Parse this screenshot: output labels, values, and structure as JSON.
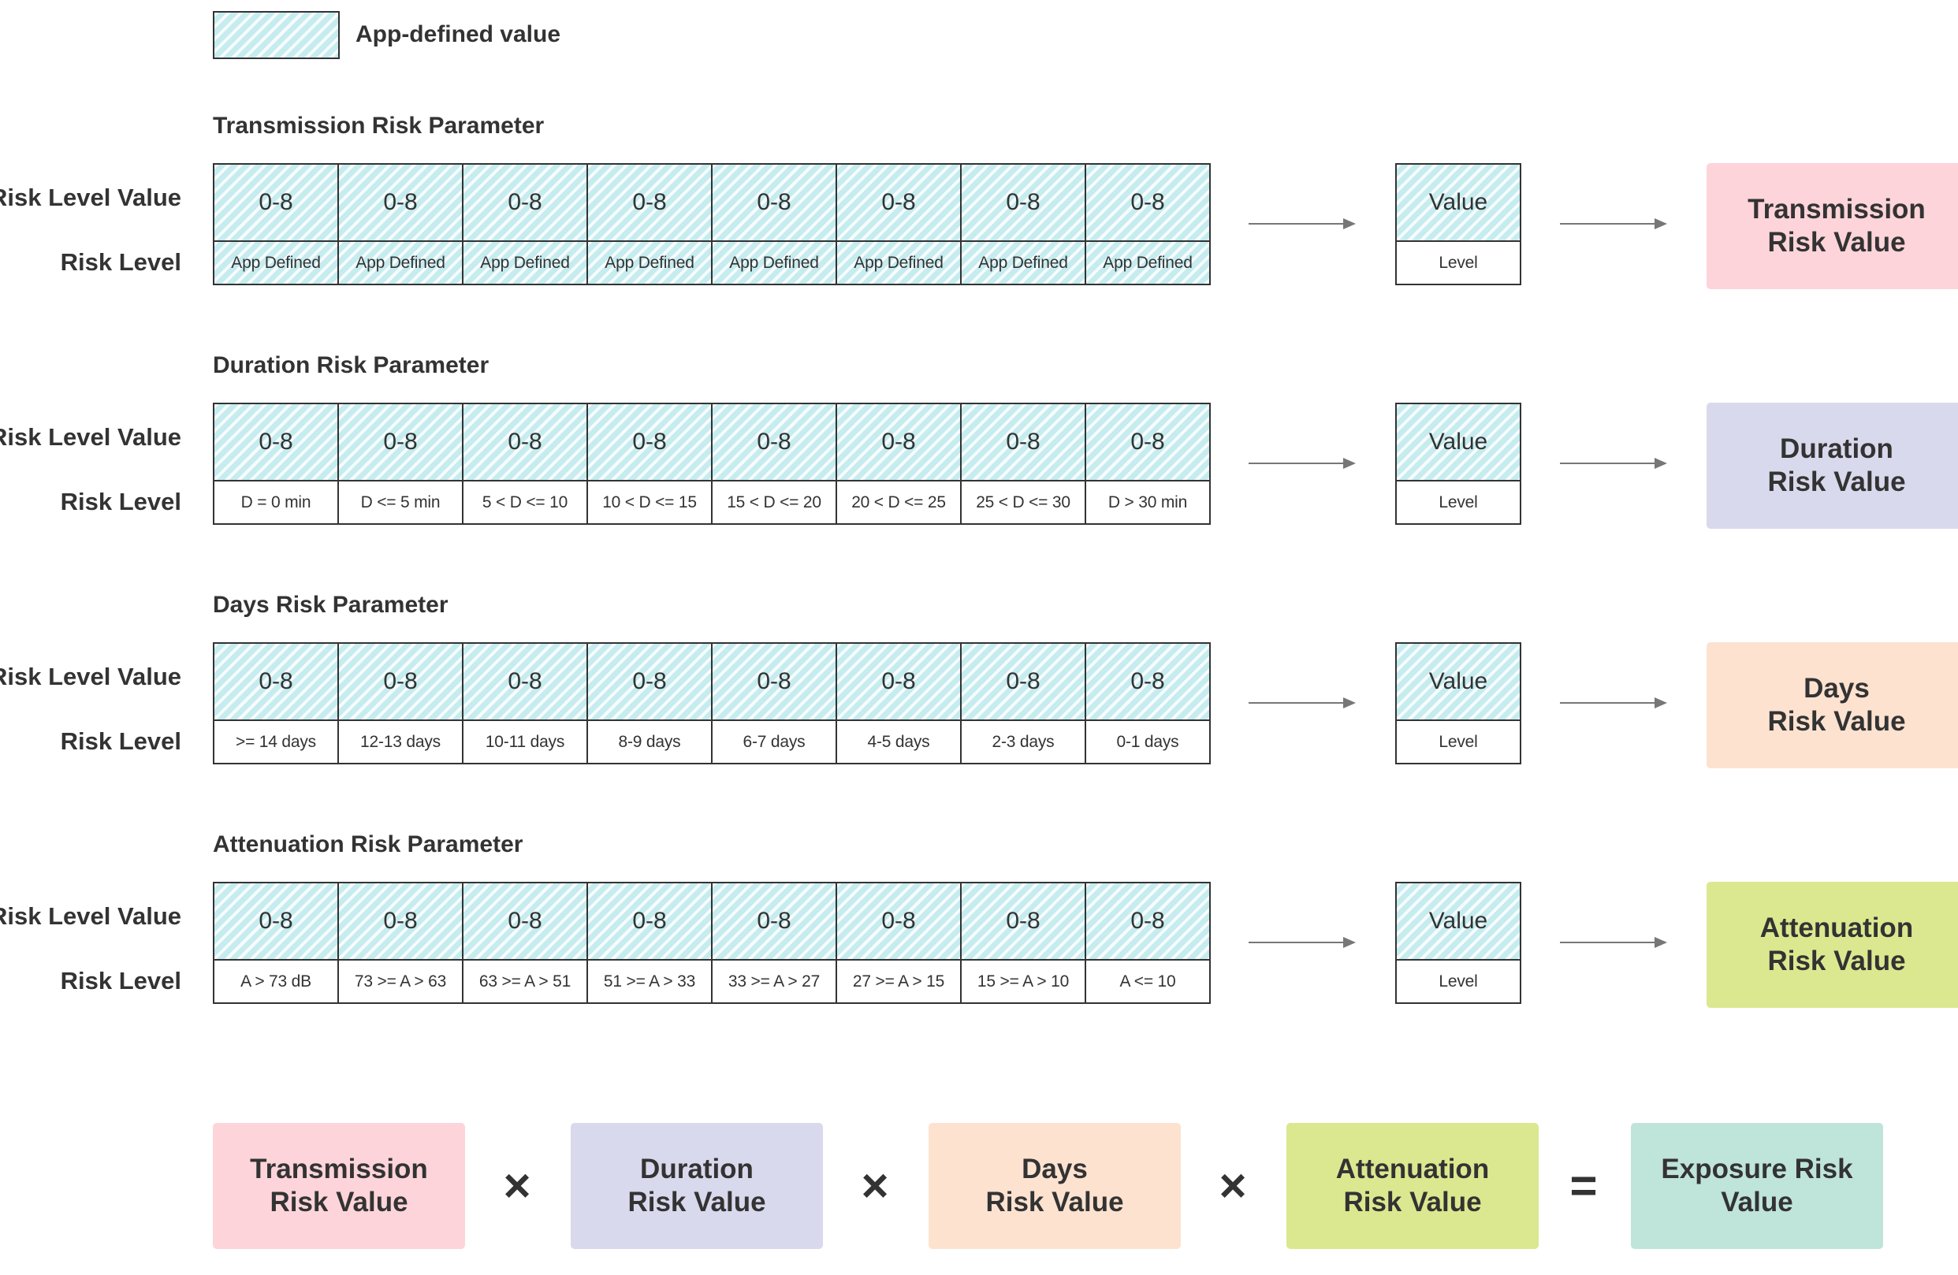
{
  "legend": {
    "label": "App-defined value"
  },
  "row_labels": {
    "risk_level_value": "Risk Level Value",
    "risk_level": "Risk Level"
  },
  "value_box": {
    "value": "Value",
    "level": "Level"
  },
  "colors": {
    "hatch": "#c6ecef",
    "transmission": "#fdd4da",
    "duration": "#d8d9ec",
    "days": "#fde2d0",
    "attenuation": "#dbe88f",
    "exposure": "#bfe4da"
  },
  "sections": [
    {
      "title": "Transmission Risk Parameter",
      "values": [
        "0-8",
        "0-8",
        "0-8",
        "0-8",
        "0-8",
        "0-8",
        "0-8",
        "0-8"
      ],
      "levels": [
        "App Defined",
        "App Defined",
        "App Defined",
        "App Defined",
        "App Defined",
        "App Defined",
        "App Defined",
        "App Defined"
      ],
      "levels_hatched": true,
      "result_line1": "Transmission",
      "result_line2": "Risk Value"
    },
    {
      "title": "Duration Risk Parameter",
      "values": [
        "0-8",
        "0-8",
        "0-8",
        "0-8",
        "0-8",
        "0-8",
        "0-8",
        "0-8"
      ],
      "levels": [
        "D = 0 min",
        "D <= 5 min",
        "5 < D <= 10",
        "10 < D <= 15",
        "15 < D <= 20",
        "20 < D <= 25",
        "25 < D <= 30",
        "D > 30 min"
      ],
      "levels_hatched": false,
      "result_line1": "Duration",
      "result_line2": "Risk Value"
    },
    {
      "title": "Days Risk Parameter",
      "values": [
        "0-8",
        "0-8",
        "0-8",
        "0-8",
        "0-8",
        "0-8",
        "0-8",
        "0-8"
      ],
      "levels": [
        ">= 14 days",
        "12-13 days",
        "10-11 days",
        "8-9 days",
        "6-7 days",
        "4-5 days",
        "2-3 days",
        "0-1 days"
      ],
      "levels_hatched": false,
      "result_line1": "Days",
      "result_line2": "Risk Value"
    },
    {
      "title": "Attenuation Risk Parameter",
      "values": [
        "0-8",
        "0-8",
        "0-8",
        "0-8",
        "0-8",
        "0-8",
        "0-8",
        "0-8"
      ],
      "levels": [
        "A > 73 dB",
        "73 >= A > 63",
        "63 >= A > 51",
        "51 >= A > 33",
        "33 >= A > 27",
        "27 >= A > 15",
        "15 >= A > 10",
        "A <= 10"
      ],
      "levels_hatched": false,
      "result_line1": "Attenuation",
      "result_line2": "Risk Value"
    }
  ],
  "equation": {
    "terms": [
      {
        "line1": "Transmission",
        "line2": "Risk Value"
      },
      {
        "line1": "Duration",
        "line2": "Risk Value"
      },
      {
        "line1": "Days",
        "line2": "Risk Value"
      },
      {
        "line1": "Attenuation",
        "line2": "Risk Value"
      }
    ],
    "operators": [
      "×",
      "×",
      "×",
      "="
    ],
    "result": {
      "line1": "Exposure Risk",
      "line2": "Value"
    }
  }
}
